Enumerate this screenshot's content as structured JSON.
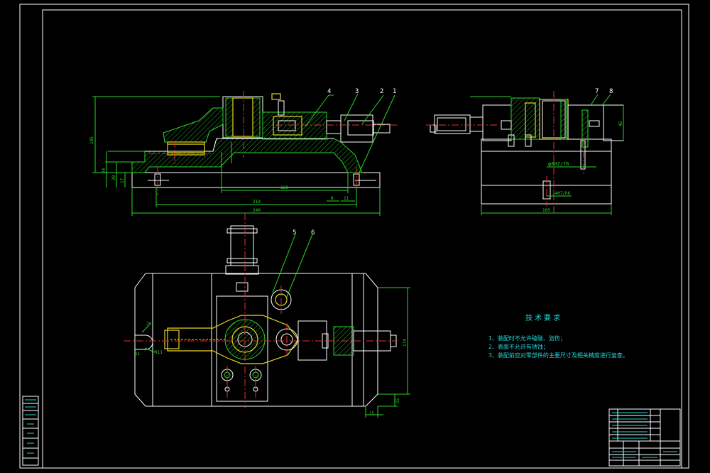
{
  "technical_requirements": {
    "title": "技术要求",
    "items": [
      "1、装配时不允许磕碰、划伤；",
      "2、表面不允许有锈蚀；",
      "3、装配前应对零部件的主要尺寸及相关精度进行复查。"
    ]
  },
  "balloons": {
    "top": [
      "4",
      "3",
      "2",
      "1"
    ],
    "side": [
      "7",
      "8"
    ],
    "plan": [
      "5",
      "6"
    ]
  },
  "dimensions": {
    "front_height": "145",
    "front_bottom_1": "120",
    "front_bottom_2": "210",
    "front_bottom_3": "240",
    "front_left_1": "24",
    "front_left_2": "20",
    "front_left_3": "17",
    "front_small_1": "8",
    "front_small_2": "11",
    "side_fit": "φ8H7/f6",
    "side_width": "105",
    "side_slot": "14H7/h6",
    "side_right": "45",
    "plan_left_1": "20",
    "plan_left_2": "11",
    "plan_left_3": "R11",
    "plan_right": "174",
    "plan_bottom_1": "15",
    "plan_bottom_2": "15"
  },
  "colors": {
    "outline": "#ffffff",
    "dimension": "#2bd52b",
    "text": "#23d8d8",
    "centerline": "#e03030",
    "bushing": "#e8d820"
  }
}
